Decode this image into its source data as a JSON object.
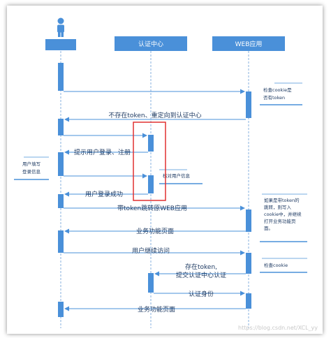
{
  "participants": {
    "auth_center": "认证中心",
    "web_app": "WEB应用"
  },
  "messages": [
    "不存在token、重定向到认证中心",
    "提示用户登录、注册",
    "用户登录成功",
    "带token跳转原WEB应用",
    "业务功能页面",
    "用户继续访问",
    "存在token,",
    "提交认证中心认证",
    "认证身份",
    "业务功能页面"
  ],
  "notes": {
    "check_cookie": [
      "检查cookie是",
      "否有token"
    ],
    "user_fill": [
      "用户填写",
      "登录信息"
    ],
    "verify_user": "核对用户信息",
    "if_token": [
      "如果是带token的",
      "跳转，则写入",
      "cookie中，并继续",
      "打开业务功能页",
      "面。"
    ],
    "check_cookie2": "检查cookie"
  },
  "watermark": "https://blog.csdn.net/XCL_yy",
  "colors": {
    "accent": "#4a90d9",
    "line": "#6a9fd8",
    "highlight": "#e03030"
  }
}
